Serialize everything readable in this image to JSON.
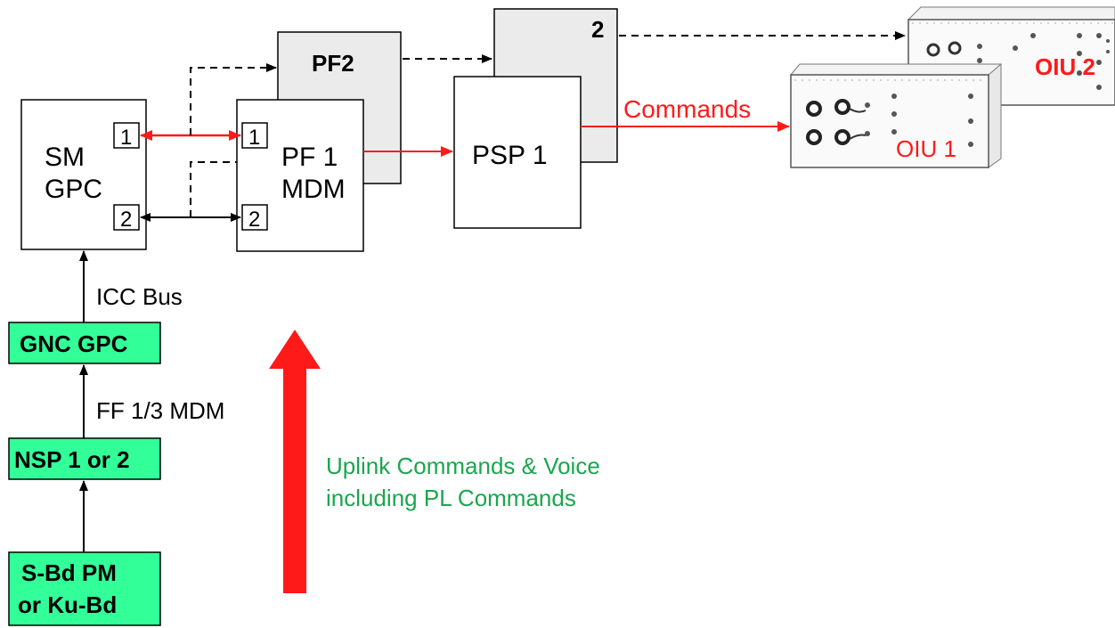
{
  "blocks": {
    "sm_gpc": {
      "line1": "SM",
      "line2": "GPC",
      "port1": "1",
      "port2": "2"
    },
    "pf1_mdm": {
      "line1": "PF 1",
      "line2": "MDM",
      "port1": "1",
      "port2": "2"
    },
    "pf2": {
      "label": "PF2"
    },
    "psp1": {
      "label": "PSP 1"
    },
    "psp2": {
      "label": "2"
    },
    "oiu1": {
      "label": "OIU 1"
    },
    "oiu2": {
      "label": "OIU 2"
    }
  },
  "chain": {
    "gnc_gpc": "GNC GPC",
    "nsp": "NSP 1 or 2",
    "sband_line1": "S-Bd PM",
    "sband_line2": "or Ku-Bd"
  },
  "links": {
    "icc_bus": "ICC Bus",
    "ff_mdm": "FF 1/3 MDM",
    "commands": "Commands"
  },
  "uplink": {
    "line1": "Uplink Commands & Voice",
    "line2": "including PL Commands"
  },
  "colors": {
    "red": "#ff1a1a",
    "green_box": "#33ff99",
    "green_text": "#1aa64d",
    "gray_box": "#ebebeb",
    "oiu_red": "#ff1a1a"
  }
}
